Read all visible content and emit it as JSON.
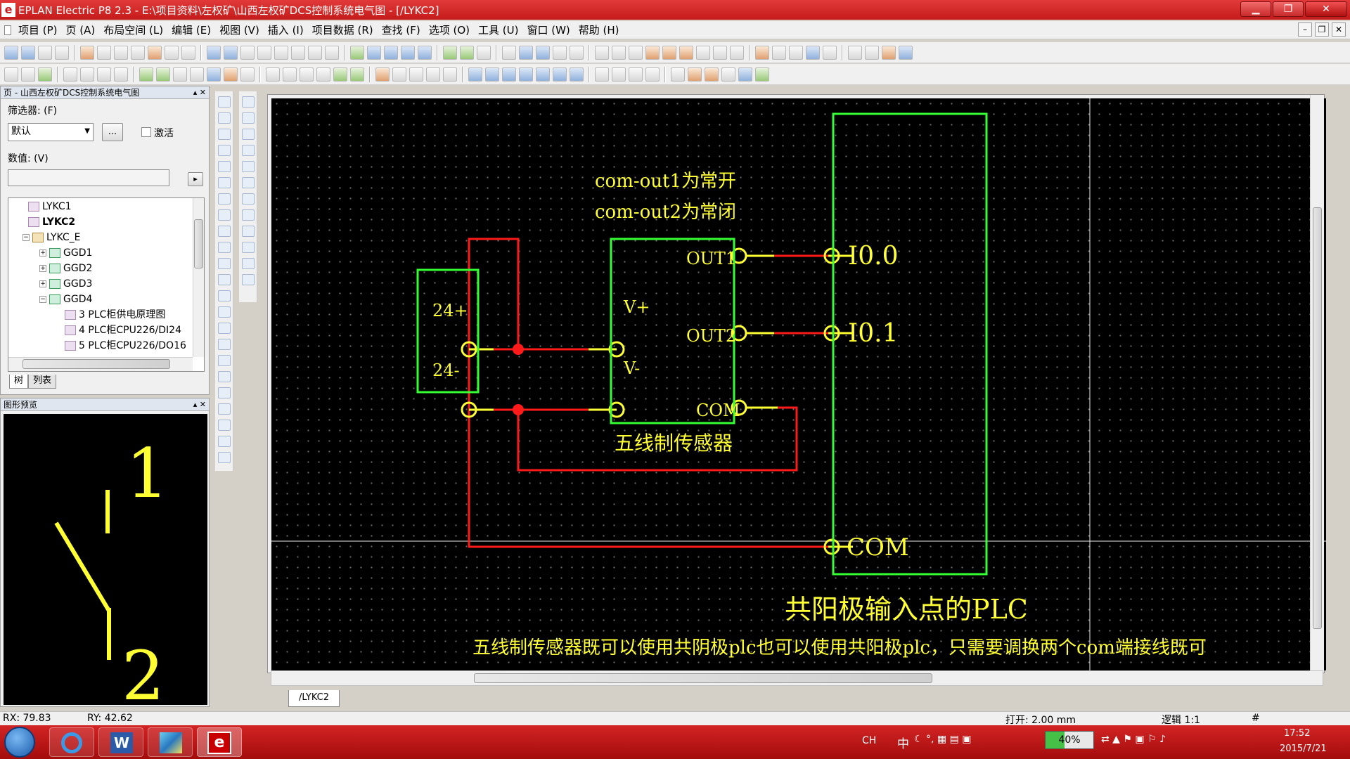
{
  "titlebar": {
    "title": "EPLAN Electric P8 2.3 - E:\\项目资料\\左权矿\\山西左权矿DCS控制系统电气图 - [/LYKC2]",
    "logo": "e",
    "buttons": {
      "min": "▁",
      "max": "❐",
      "close": "✕"
    }
  },
  "menu": [
    "项目 (P)",
    "页 (A)",
    "布局空间 (L)",
    "编辑 (E)",
    "视图 (V)",
    "插入 (I)",
    "项目数据 (R)",
    "查找 (F)",
    "选项 (O)",
    "工具 (U)",
    "窗口 (W)",
    "帮助 (H)"
  ],
  "mdi_buttons": {
    "min": "–",
    "restore": "❐",
    "close": "✕"
  },
  "page_panel": {
    "header": "页 - 山西左权矿DCS控制系统电气图",
    "filter_label": "筛选器: (F)",
    "filter_value": "默认",
    "filter_button": "...",
    "activate_label": "激活",
    "value_label": "数值: (V)",
    "value_button": "▸",
    "tree": [
      {
        "label": "LYKC1",
        "indent": 1,
        "bold": false,
        "icon": "page-folder-icon"
      },
      {
        "label": "LYKC2",
        "indent": 1,
        "bold": true,
        "icon": "page-icon"
      },
      {
        "label": "LYKC_E",
        "indent": 0,
        "bold": false,
        "icon": "folder-icon",
        "expander": "−"
      },
      {
        "label": "GGD1",
        "indent": 2,
        "bold": false,
        "icon": "group-icon",
        "expander": "+"
      },
      {
        "label": "GGD2",
        "indent": 2,
        "bold": false,
        "icon": "group-icon",
        "expander": "+"
      },
      {
        "label": "GGD3",
        "indent": 2,
        "bold": false,
        "icon": "group-icon",
        "expander": "+"
      },
      {
        "label": "GGD4",
        "indent": 2,
        "bold": false,
        "icon": "group-icon",
        "expander": "−"
      },
      {
        "label": "3 PLC柜供电原理图",
        "indent": 3,
        "bold": false,
        "icon": "page-icon"
      },
      {
        "label": "4 PLC柜CPU226/DI24",
        "indent": 3,
        "bold": false,
        "icon": "page-icon"
      },
      {
        "label": "5 PLC柜CPU226/DO16",
        "indent": 3,
        "bold": false,
        "icon": "page-icon"
      }
    ],
    "tabs": [
      "树",
      "列表"
    ]
  },
  "preview_panel": {
    "header": "图形预览",
    "symbol_labels": [
      "1",
      "2"
    ]
  },
  "schematic": {
    "note_line1": "com-out1为常开",
    "note_line2": "com-out2为常闭",
    "terminal_24p": "24+",
    "terminal_24m": "24-",
    "pin_vp": "V+",
    "pin_vm": "V-",
    "pin_out1": "OUT1",
    "pin_out2": "OUT2",
    "pin_com": "COM",
    "sensor_label": "五线制传感器",
    "plc_i00": "I0.0",
    "plc_i01": "I0.1",
    "plc_com": "COM",
    "plc_title": "共阳极输入点的PLC",
    "footer_note": "五线制传感器既可以使用共阴极plc也可以使用共阳极plc，只需要调换两个com端接线既可",
    "colors": {
      "component": "#33ff33",
      "wire": "#ff1a1a",
      "pin": "#ffff33",
      "text": "#ffff33",
      "background": "#000000"
    }
  },
  "doc_tab": "/LYKC2",
  "status": {
    "rx": "RX: 79.83",
    "ry": "RY: 42.62",
    "open": "打开: 2.00 mm",
    "logic": "逻辑 1:1",
    "hash": "#"
  },
  "taskbar": {
    "apps": [
      "start-orb",
      "internet-explorer-icon",
      "word-icon",
      "photo-viewer-icon",
      "eplan-icon"
    ],
    "ime": "CH",
    "ime_lang": "中",
    "battery_percent": 40,
    "battery_text": "40%",
    "date": "2015/7/21",
    "clock_label": "17:52"
  }
}
